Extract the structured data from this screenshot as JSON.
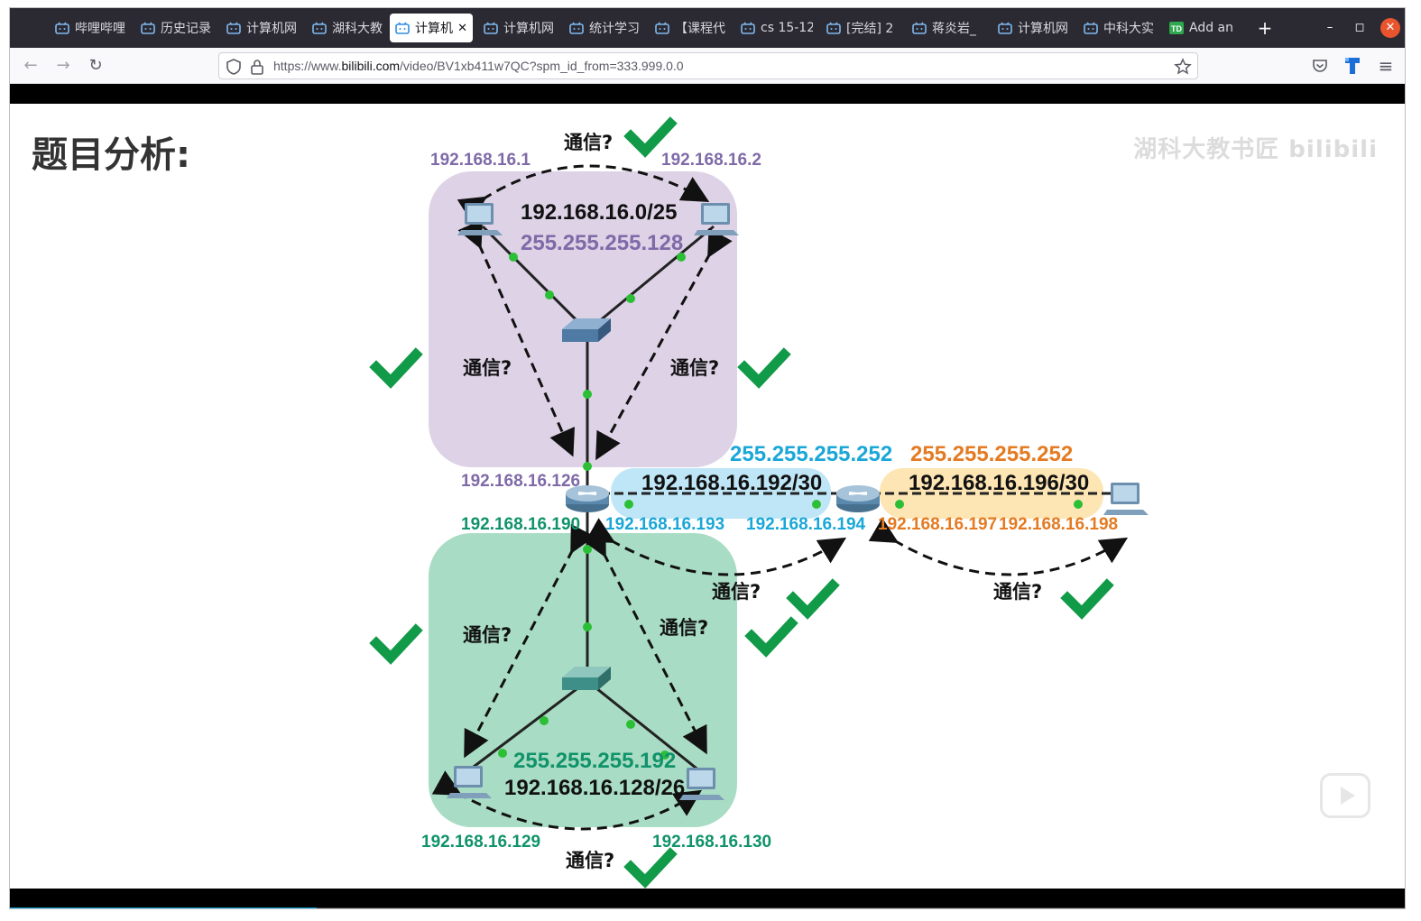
{
  "browser": {
    "tabs": [
      {
        "label": "哔哩哔哩"
      },
      {
        "label": "历史记录"
      },
      {
        "label": "计算机网"
      },
      {
        "label": "湖科大教"
      },
      {
        "label": "计算机",
        "active": true
      },
      {
        "label": "计算机网"
      },
      {
        "label": "统计学习"
      },
      {
        "label": "【课程代"
      },
      {
        "label": "cs 15-12"
      },
      {
        "label": "[完结] 2"
      },
      {
        "label": "蒋炎岩_"
      },
      {
        "label": "计算机网"
      },
      {
        "label": "中科大实"
      },
      {
        "label": "Add an"
      }
    ],
    "url_prefix": "https://www.",
    "url_domain": "bilibili.com",
    "url_path": "/video/BV1xb411w7QC?spm_id_from=333.999.0.0"
  },
  "video": {
    "heading": "题目分析:",
    "watermark": "湖科大教书匠 bilibili",
    "progress_fraction": 0.22
  },
  "diagram": {
    "colors": {
      "purple": "#7f6aa8",
      "green": "#10936a",
      "blue": "#1aa7d8",
      "orange": "#e47b22",
      "purple_bg": "#ddd2e6",
      "green_bg": "#a9dcc4",
      "blue_bg": "#bfe6f6",
      "orange_bg": "#fde5b4",
      "check": "#119a48"
    },
    "top_net": {
      "network": "192.168.16.0/25",
      "mask": "255.255.255.128",
      "host1": "192.168.16.1",
      "host2": "192.168.16.2",
      "gateway": "192.168.16.126"
    },
    "bottom_net": {
      "network": "192.168.16.128/26",
      "mask": "255.255.255.192",
      "host1": "192.168.16.129",
      "host2": "192.168.16.130",
      "gateway": "192.168.16.190"
    },
    "mid_net": {
      "network": "192.168.16.192/30",
      "mask": "255.255.255.252",
      "r1": "192.168.16.193",
      "r2": "192.168.16.194"
    },
    "right_net": {
      "network": "192.168.16.196/30",
      "mask": "255.255.255.252",
      "r2": "192.168.16.197",
      "host": "192.168.16.198"
    },
    "question": "通信?"
  }
}
